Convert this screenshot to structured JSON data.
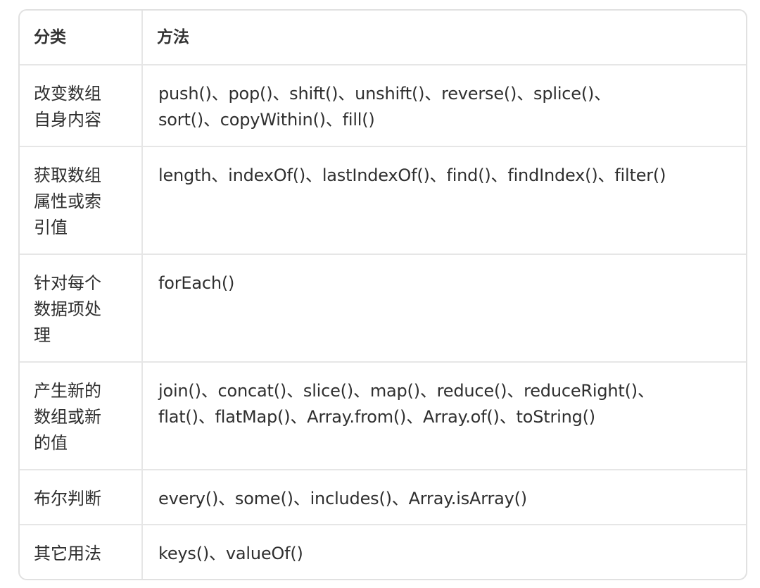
{
  "table": {
    "headers": [
      "分类",
      "方法"
    ],
    "rows": [
      {
        "category_lines": [
          "改变数组",
          "自身内容"
        ],
        "method_lines": [
          "push()、pop()、shift()、unshift()、reverse()、splice()、",
          "sort()、copyWithin()、fill()"
        ]
      },
      {
        "category_lines": [
          "获取数组",
          "属性或索",
          "引值"
        ],
        "method_lines": [
          "length、indexOf()、lastIndexOf()、find()、findIndex()、filter()"
        ]
      },
      {
        "category_lines": [
          "针对每个",
          "数据项处",
          "理"
        ],
        "method_lines": [
          "forEach()"
        ]
      },
      {
        "category_lines": [
          "产生新的",
          "数组或新",
          "的值"
        ],
        "method_lines": [
          "join()、concat()、slice()、map()、reduce()、reduceRight()、",
          "flat()、flatMap()、Array.from()、Array.of()、toString()"
        ]
      },
      {
        "category_lines": [
          "布尔判断"
        ],
        "method_lines": [
          "every()、some()、includes()、Array.isArray()"
        ]
      },
      {
        "category_lines": [
          "其它用法"
        ],
        "method_lines": [
          "keys()、valueOf()"
        ]
      }
    ]
  }
}
